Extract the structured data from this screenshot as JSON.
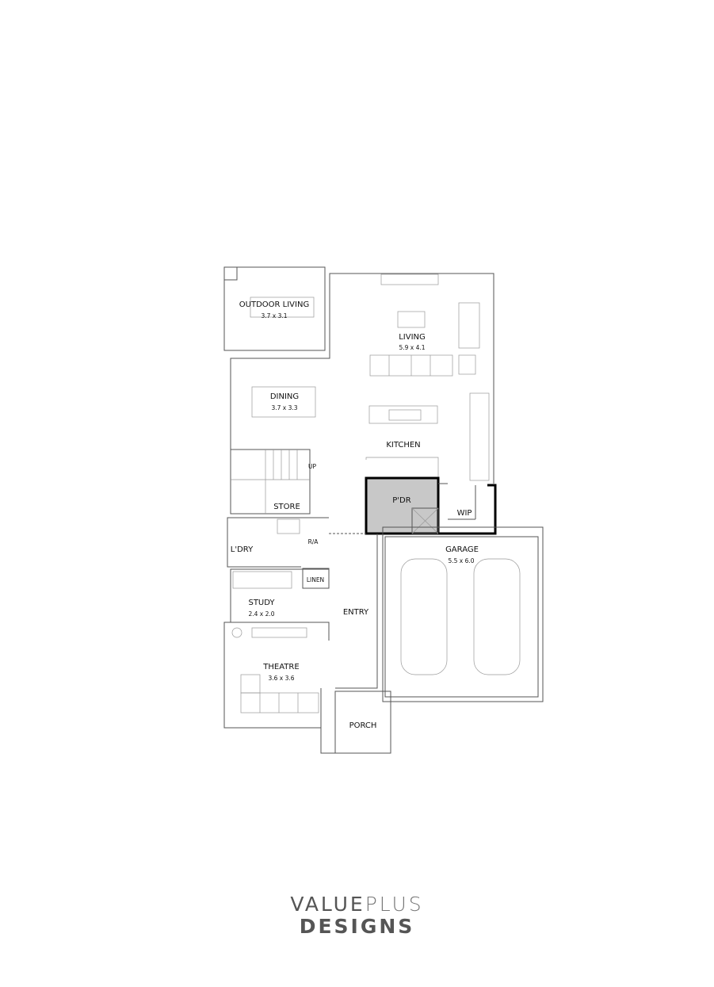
{
  "rooms": {
    "outdoor_living": {
      "name": "OUTDOOR LIVING",
      "size": "3.7 x 3.1"
    },
    "living": {
      "name": "LIVING",
      "size": "5.9 x 4.1"
    },
    "dining": {
      "name": "DINING",
      "size": "3.7 x 3.3"
    },
    "kitchen": {
      "name": "KITCHEN"
    },
    "store": {
      "name": "STORE"
    },
    "pdr": {
      "name": "P'DR"
    },
    "wip": {
      "name": "WIP"
    },
    "laundry": {
      "name": "L'DRY"
    },
    "ra": {
      "name": "R/A"
    },
    "linen": {
      "name": "LINEN"
    },
    "garage": {
      "name": "GARAGE",
      "size": "5.5 x 6.0"
    },
    "study": {
      "name": "STUDY",
      "size": "2.4 x 2.0"
    },
    "entry": {
      "name": "ENTRY"
    },
    "theatre": {
      "name": "THEATRE",
      "size": "3.6 x 3.6"
    },
    "porch": {
      "name": "PORCH"
    },
    "up": {
      "name": "UP"
    }
  },
  "colors": {
    "wall": "#555555",
    "highlight_fill": "#c8c8c8",
    "highlight_wall": "#000000"
  },
  "logo": {
    "line1_bold": "VALUE",
    "line1_thin": "PLUS",
    "line2": "DESIGNS"
  }
}
